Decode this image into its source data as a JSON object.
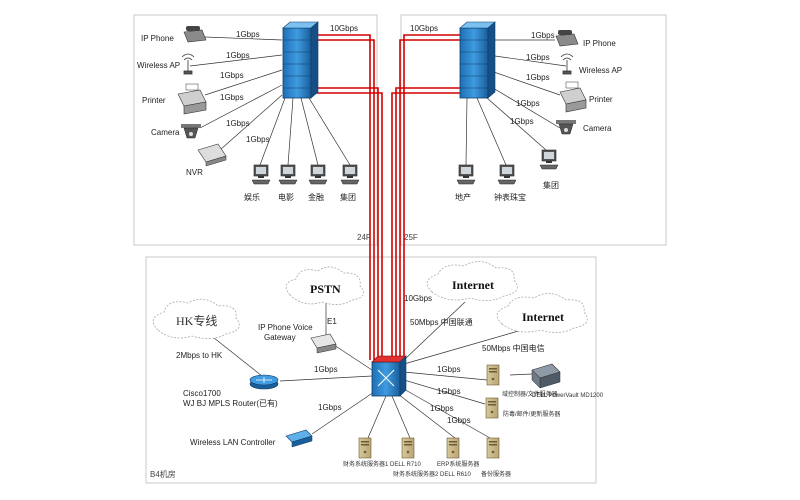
{
  "zones": {
    "floor24": "24F",
    "floor25": "25F",
    "b4": "B4机房"
  },
  "floor24": {
    "devices": {
      "ip_phone": "IP Phone",
      "wireless_ap": "Wireless AP",
      "printer": "Printer",
      "camera": "Camera",
      "nvr": "NVR"
    },
    "speeds": [
      "1Gbps",
      "1Gbps",
      "1Gbps",
      "1Gbps",
      "1Gbps",
      "1Gbps"
    ],
    "uplink": "10Gbps",
    "pcs": [
      "娱乐",
      "电影",
      "金融",
      "集团"
    ]
  },
  "floor25": {
    "devices": {
      "ip_phone": "IP Phone",
      "wireless_ap": "Wireless AP",
      "printer": "Printer",
      "camera": "Camera"
    },
    "speeds": [
      "1Gbps",
      "1Gbps",
      "1Gbps",
      "1Gbps",
      "1Gbps"
    ],
    "uplink": "10Gbps",
    "pcs": [
      "地产",
      "钟表珠宝",
      "集团"
    ]
  },
  "core": {
    "pstn": "PSTN",
    "e1": "E1",
    "voice_gateway": "IP Phone Voice Gateway",
    "hk_cloud": "HK专线",
    "hk_link": "2Mbps to HK",
    "router": "Cisco1700 WJ BJ MPLS Router(已有)",
    "wlc": "Wireless LAN Controller",
    "internet1": "Internet",
    "internet2": "Internet",
    "internet1_speed": "10Gbps",
    "internet1_isp": "50Mbps 中国联通",
    "internet2_isp": "50Mbps 中国电信",
    "gw_speed": "1Gbps",
    "wlc_speed": "1Gbps",
    "server_speeds": [
      "1Gbps",
      "1Gbps",
      "1Gbps",
      "1Gbps"
    ],
    "right_servers": [
      "域控制器/文件服务器",
      "防毒/邮件/更新服务器"
    ],
    "storage": "DELL PowerVault MD1200",
    "bottom_servers": [
      "财务系统服务器1 DELL R710",
      "财务系统服务器2 DELL R610",
      "ERP系统服务器",
      "备份服务器"
    ]
  }
}
